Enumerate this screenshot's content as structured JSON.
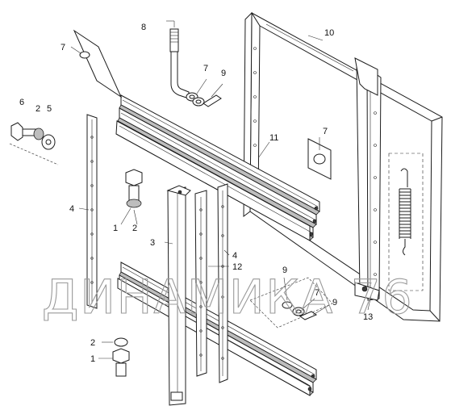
{
  "callouts": {
    "c1": "1",
    "c1b": "1",
    "c2": "2",
    "c2b": "2",
    "c2c": "2",
    "c3": "3",
    "c4": "4",
    "c4b": "4",
    "c5": "5",
    "c6": "6",
    "c7": "7",
    "c7b": "7",
    "c7c": "7",
    "c7d": "7",
    "c8": "8",
    "c9": "9",
    "c9b": "9",
    "c9c": "9",
    "c10": "10",
    "c11": "11",
    "c12": "12",
    "c13": "13"
  },
  "watermark": "ДИНАМИКА 76"
}
